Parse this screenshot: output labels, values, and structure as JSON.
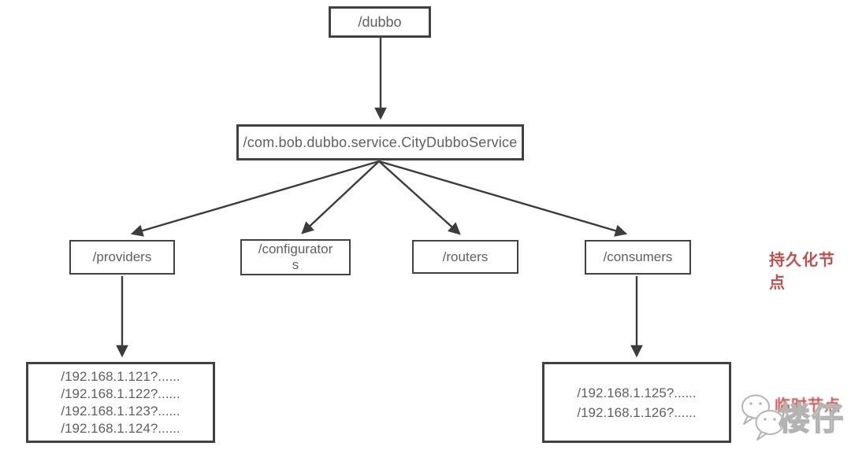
{
  "diagram": {
    "root": {
      "label": "/dubbo"
    },
    "service": {
      "label": "/com.bob.dubbo.service.CityDubboService"
    },
    "children": {
      "providers": {
        "label": "/providers"
      },
      "configurators": {
        "line1": "/configurator",
        "line2": "s"
      },
      "routers": {
        "label": "/routers"
      },
      "consumers": {
        "label": "/consumers"
      }
    },
    "provider_instances": {
      "lines": [
        "/192.168.1.121?......",
        "/192.168.1.122?......",
        "/192.168.1.123?......",
        "/192.168.1.124?......"
      ]
    },
    "consumer_instances": {
      "lines": [
        "/192.168.1.125?......",
        "/192.168.1.126?......"
      ]
    },
    "annotations": {
      "persistent": {
        "label": "持久化节点",
        "color": "#c0504d"
      },
      "ephemeral": {
        "label": "临时节点",
        "color": "#c0504d"
      }
    },
    "watermark": {
      "label": "楼仔",
      "icon": "wechat-icon"
    }
  }
}
